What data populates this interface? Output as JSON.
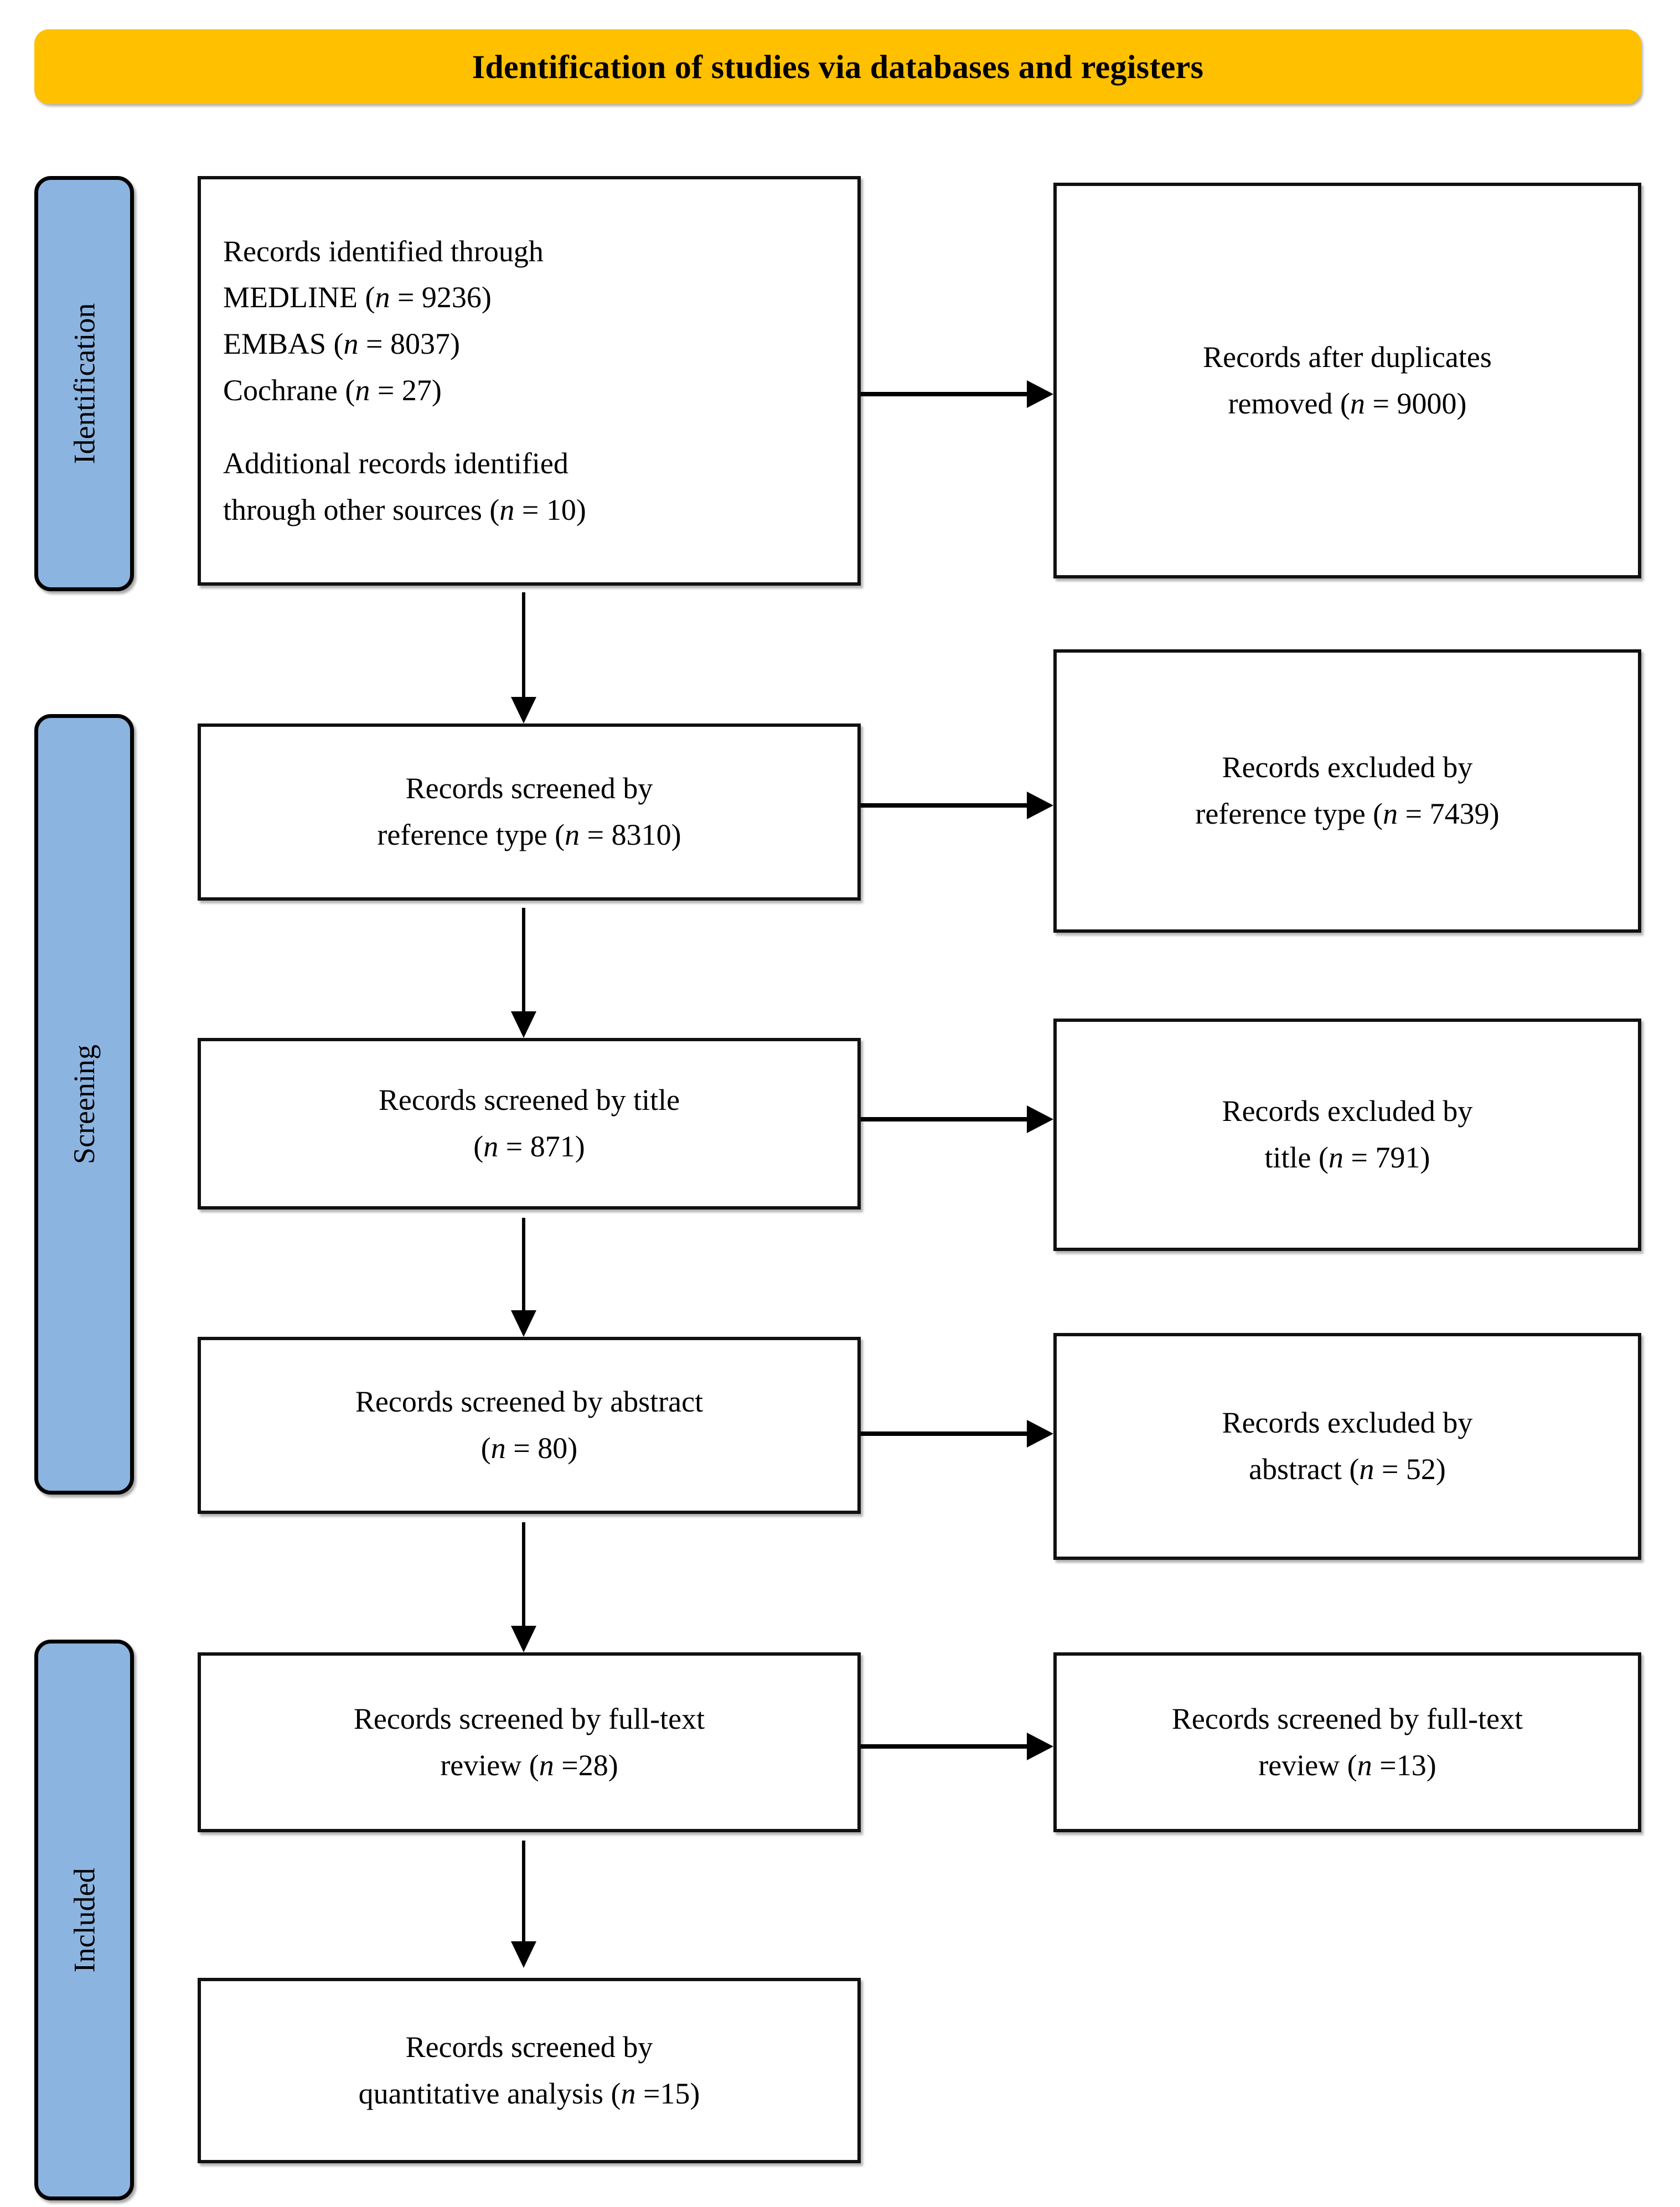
{
  "banner": {
    "title": "Identification of studies via databases and registers",
    "color": "#FFC000"
  },
  "stages": [
    {
      "id": "identification",
      "label": "Identification"
    },
    {
      "id": "screening",
      "label": "Screening"
    },
    {
      "id": "included",
      "label": "Included"
    }
  ],
  "stage_color": "#8CB4E0",
  "boxes": {
    "records_identified": {
      "line1": "Records identified through",
      "line2_label": "MEDLINE (",
      "line2_n": "n",
      "line2_val": " = 9236)",
      "line3_label": "EMBAS (",
      "line3_n": "n",
      "line3_val": " = 8037)",
      "line4_label": "Cochrane (",
      "line4_n": "n",
      "line4_val": " = 27)",
      "line5": "Additional records identified",
      "line6_label": "through other sources (",
      "line6_n": "n",
      "line6_val": " = 10)"
    },
    "duplicates_removed": {
      "line1": "Records after duplicates",
      "line2_label": "removed (",
      "line2_n": "n",
      "line2_val": " = 9000)"
    },
    "screened_reference_type": {
      "line1": "Records screened by",
      "line2_label": "reference type (",
      "line2_n": "n",
      "line2_val": " = 8310)"
    },
    "excluded_reference_type": {
      "line1": "Records excluded by",
      "line2_label": "reference type (",
      "line2_n": "n",
      "line2_val": " = 7439)"
    },
    "screened_title": {
      "line1": "Records screened by title",
      "line2_label": "(",
      "line2_n": "n",
      "line2_val": " = 871)"
    },
    "excluded_title": {
      "line1": "Records excluded by",
      "line2_label": "title (",
      "line2_n": "n",
      "line2_val": " = 791)"
    },
    "screened_abstract": {
      "line1": "Records screened by abstract",
      "line2_label": "(",
      "line2_n": "n",
      "line2_val": " = 80)"
    },
    "excluded_abstract": {
      "line1": "Records excluded by",
      "line2_label": "abstract (",
      "line2_n": "n",
      "line2_val": " = 52)"
    },
    "screened_fulltext": {
      "line1": "Records screened by full-text",
      "line2_label": "review (",
      "line2_n": "n",
      "line2_val": " =28)"
    },
    "excluded_fulltext": {
      "line1": "Records screened by full-text",
      "line2_label": "review (",
      "line2_n": "n",
      "line2_val": " =13)"
    },
    "quantitative_analysis": {
      "line1": "Records screened by",
      "line2_label": "quantitative analysis (",
      "line2_n": "n",
      "line2_val": " =15)"
    }
  },
  "chart_data": {
    "type": "diagram",
    "title": "Identification of studies via databases and registers",
    "nodes": [
      {
        "id": "records_identified",
        "stage": "Identification",
        "column": "left",
        "text": "Records identified through MEDLINE (n = 9236) EMBAS (n = 8037) Cochrane (n = 27); Additional records identified through other sources (n = 10)",
        "counts": {
          "MEDLINE": 9236,
          "EMBAS": 8037,
          "Cochrane": 27,
          "other_sources": 10
        }
      },
      {
        "id": "duplicates_removed",
        "stage": "Identification",
        "column": "right",
        "text": "Records after duplicates removed (n = 9000)",
        "n": 9000
      },
      {
        "id": "screened_reference_type",
        "stage": "Screening",
        "column": "left",
        "text": "Records screened by reference type (n = 8310)",
        "n": 8310
      },
      {
        "id": "excluded_reference_type",
        "stage": "Screening",
        "column": "right",
        "text": "Records excluded by reference type (n = 7439)",
        "n": 7439
      },
      {
        "id": "screened_title",
        "stage": "Screening",
        "column": "left",
        "text": "Records screened by title (n = 871)",
        "n": 871
      },
      {
        "id": "excluded_title",
        "stage": "Screening",
        "column": "right",
        "text": "Records excluded by title (n = 791)",
        "n": 791
      },
      {
        "id": "screened_abstract",
        "stage": "Screening",
        "column": "left",
        "text": "Records screened by abstract (n = 80)",
        "n": 80
      },
      {
        "id": "excluded_abstract",
        "stage": "Screening",
        "column": "right",
        "text": "Records excluded by abstract (n = 52)",
        "n": 52
      },
      {
        "id": "screened_fulltext",
        "stage": "Included",
        "column": "left",
        "text": "Records screened by full-text review (n =28)",
        "n": 28
      },
      {
        "id": "excluded_fulltext",
        "stage": "Included",
        "column": "right",
        "text": "Records screened by full-text review (n =13)",
        "n": 13
      },
      {
        "id": "quantitative_analysis",
        "stage": "Included",
        "column": "left",
        "text": "Records screened by quantitative analysis (n =15)",
        "n": 15
      }
    ],
    "edges": [
      {
        "from": "records_identified",
        "to": "duplicates_removed",
        "direction": "right"
      },
      {
        "from": "records_identified",
        "to": "screened_reference_type",
        "direction": "down"
      },
      {
        "from": "screened_reference_type",
        "to": "excluded_reference_type",
        "direction": "right"
      },
      {
        "from": "screened_reference_type",
        "to": "screened_title",
        "direction": "down"
      },
      {
        "from": "screened_title",
        "to": "excluded_title",
        "direction": "right"
      },
      {
        "from": "screened_title",
        "to": "screened_abstract",
        "direction": "down"
      },
      {
        "from": "screened_abstract",
        "to": "excluded_abstract",
        "direction": "right"
      },
      {
        "from": "screened_abstract",
        "to": "screened_fulltext",
        "direction": "down"
      },
      {
        "from": "screened_fulltext",
        "to": "excluded_fulltext",
        "direction": "right"
      },
      {
        "from": "screened_fulltext",
        "to": "quantitative_analysis",
        "direction": "down"
      }
    ]
  }
}
